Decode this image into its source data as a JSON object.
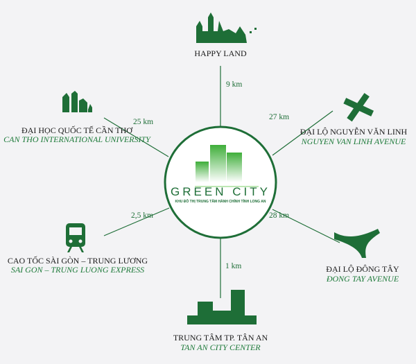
{
  "colors": {
    "accent": "#1e6e37",
    "background": "#f3f3f5",
    "logo_green": "#5cc34a"
  },
  "center": {
    "title": "GREEN CITY",
    "subtitle": "KHU ĐÔ THỊ TRUNG TÂM HÀNH CHÍNH TỈNH LONG AN"
  },
  "nodes": [
    {
      "title": "HAPPY LAND",
      "subtitle": "",
      "distance": "9 km",
      "icon": "city-skyline-icon"
    },
    {
      "title": "ĐẠI HỌC QUỐC TẾ CẦN THƠ",
      "subtitle": "CAN THO INTERNATIONAL UNIVERSITY",
      "distance": "25 km",
      "icon": "buildings-icon"
    },
    {
      "title": "ĐẠI LỘ NGUYỄN VĂN LINH",
      "subtitle": "NGUYEN VAN LINH AVENUE",
      "distance": "27 km",
      "icon": "road-intersection-icon"
    },
    {
      "title": "CAO TỐC SÀI GÒN – TRUNG LƯƠNG",
      "subtitle": "SAI GON – TRUNG LUONG EXPRESS",
      "distance": "2,5 km",
      "icon": "train-icon"
    },
    {
      "title": "ĐẠI LỘ ĐÔNG TÂY",
      "subtitle": "ĐONG TAY AVENUE",
      "distance": "28 km",
      "icon": "highway-interchange-icon"
    },
    {
      "title": "TRUNG TÂM TP. TÂN AN",
      "subtitle": "TAN AN CITY CENTER",
      "distance": "1 km",
      "icon": "city-center-icon"
    }
  ]
}
